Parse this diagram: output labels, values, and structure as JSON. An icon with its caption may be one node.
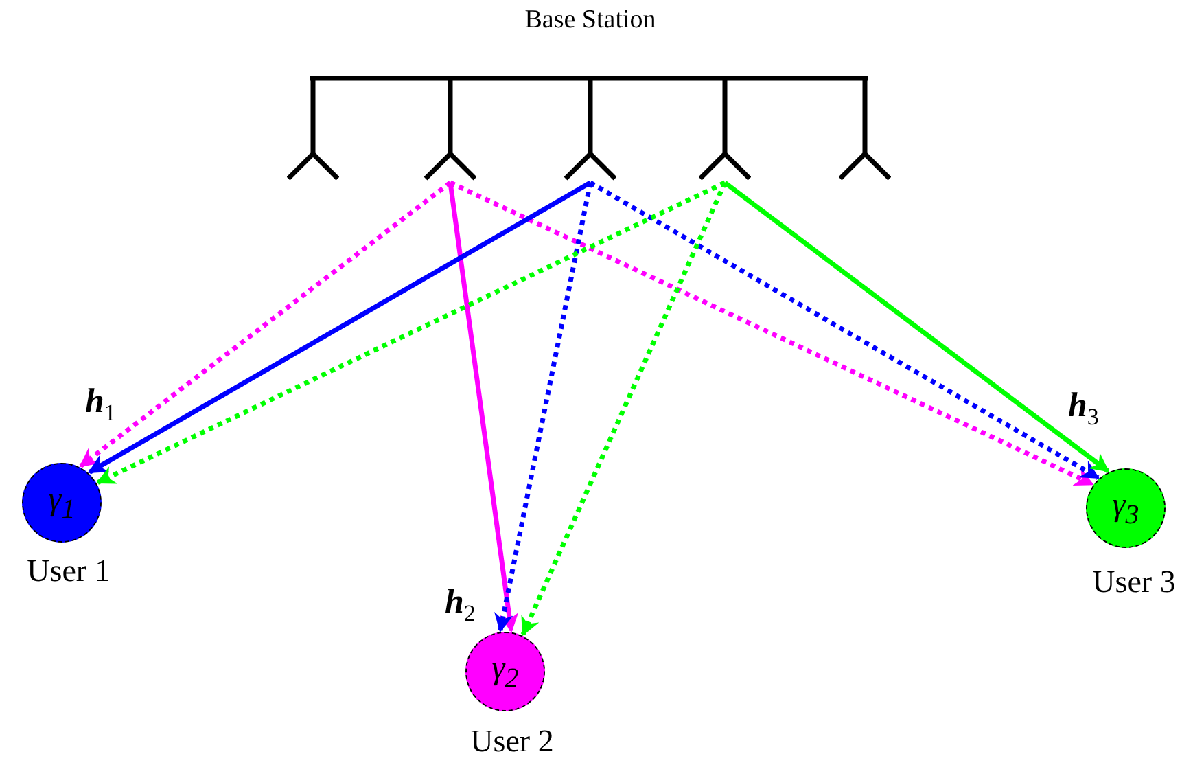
{
  "diagram": {
    "nodes": [
      {
        "text": [
          "Base Station"
        ]
      },
      {
        "text": [],
        "shape": "bar",
        "in": 0
      },
      {
        "text": [],
        "shape": "antenna",
        "in": 0
      },
      {
        "text": [],
        "shape": "antenna",
        "in": 0
      },
      {
        "text": [],
        "shape": "antenna",
        "in": 0
      },
      {
        "text": [],
        "shape": "antenna",
        "in": 0
      },
      {
        "text": [],
        "shape": "antenna",
        "in": 0
      },
      {
        "text": [
          "γ$_{1}$"
        ],
        "beside": [
          "User 1"
        ]
      },
      {
        "text": [
          "γ$_{2}$"
        ],
        "beside": [
          "User 2"
        ]
      },
      {
        "text": [
          "γ$_{3}$"
        ],
        "beside": [
          "User 3"
        ]
      }
    ],
    "edges": [
      {
        "from": 3,
        "to": 7,
        "arrow": "to",
        "style": "dashed",
        "color": "#ff00ff"
      },
      {
        "from": 3,
        "to": 8,
        "arrow": "to",
        "color": "#ff00ff"
      },
      {
        "from": 3,
        "to": 9,
        "arrow": "to",
        "style": "dashed",
        "color": "#ff00ff"
      },
      {
        "from": 4,
        "to": 7,
        "arrow": "to",
        "color": "#0000ff"
      },
      {
        "from": 4,
        "to": 8,
        "arrow": "to",
        "style": "dashed",
        "color": "#0000ff"
      },
      {
        "from": 4,
        "to": 9,
        "arrow": "to",
        "style": "dashed",
        "color": "#0000ff"
      },
      {
        "from": 5,
        "to": 7,
        "arrow": "to",
        "style": "dashed",
        "color": "#00ff00"
      },
      {
        "from": 5,
        "to": 8,
        "arrow": "to",
        "style": "dashed",
        "color": "#00ff00"
      },
      {
        "from": 5,
        "to": 9,
        "arrow": "to",
        "color": "#00ff00"
      }
    ],
    "labels": [
      "**h**$_{1}$",
      "**h**$_{2}$",
      "**h**$_{3}$"
    ]
  }
}
